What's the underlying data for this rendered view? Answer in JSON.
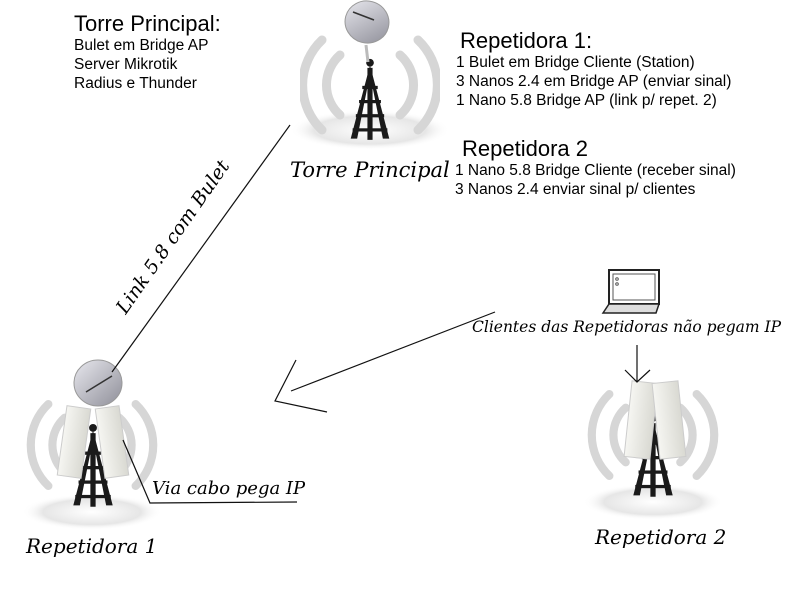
{
  "torre_principal_info": {
    "title": "Torre Principal:",
    "lines": [
      "Bulet em Bridge AP",
      "Server Mikrotik",
      "Radius e Thunder"
    ]
  },
  "repetidora1_info": {
    "title": "Repetidora 1:",
    "lines": [
      "1 Bulet em Bridge Cliente (Station)",
      "3 Nanos 2.4 em Bridge AP (enviar sinal)",
      "1 Nano 5.8 Bridge AP (link p/ repet. 2)"
    ]
  },
  "repetidora2_info": {
    "title": "Repetidora 2",
    "lines": [
      "1 Nano 5.8 Bridge Cliente (receber sinal)",
      "3 Nanos 2.4 enviar sinal p/ clientes"
    ]
  },
  "nodes": {
    "torre_principal": "Torre Principal",
    "repetidora1": "Repetidora 1",
    "repetidora2": "Repetidora 2"
  },
  "annotations": {
    "link": "Link 5.8 com Bulet",
    "cable": "Via cabo pega IP",
    "clients": "Clientes das Repetidoras não pegam IP"
  },
  "icons": [
    "tower-icon",
    "dish-antenna-icon",
    "nanostation-icon",
    "laptop-icon",
    "signal-waves-icon"
  ]
}
